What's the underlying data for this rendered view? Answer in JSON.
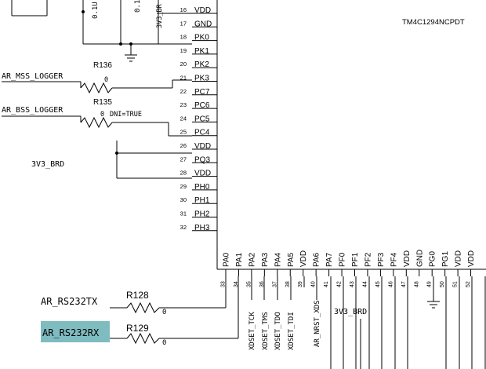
{
  "chip_part": "TM4C1294NCPDT",
  "left_pins": [
    {
      "num": "16",
      "name": "VDD"
    },
    {
      "num": "17",
      "name": "GND"
    },
    {
      "num": "18",
      "name": "PK0"
    },
    {
      "num": "19",
      "name": "PK1"
    },
    {
      "num": "20",
      "name": "PK2"
    },
    {
      "num": "21",
      "name": "PK3"
    },
    {
      "num": "22",
      "name": "PC7"
    },
    {
      "num": "23",
      "name": "PC6"
    },
    {
      "num": "24",
      "name": "PC5"
    },
    {
      "num": "25",
      "name": "PC4"
    },
    {
      "num": "26",
      "name": "VDD"
    },
    {
      "num": "27",
      "name": "PQ3"
    },
    {
      "num": "28",
      "name": "VDD"
    },
    {
      "num": "29",
      "name": "PH0"
    },
    {
      "num": "30",
      "name": "PH1"
    },
    {
      "num": "31",
      "name": "PH2"
    },
    {
      "num": "32",
      "name": "PH3"
    }
  ],
  "bottom_pins": [
    {
      "num": "33",
      "name": "PA0"
    },
    {
      "num": "34",
      "name": "PA1"
    },
    {
      "num": "35",
      "name": "PA2"
    },
    {
      "num": "36",
      "name": "PA3"
    },
    {
      "num": "37",
      "name": "PA4"
    },
    {
      "num": "38",
      "name": "PA5"
    },
    {
      "num": "39",
      "name": "VDD"
    },
    {
      "num": "40",
      "name": "PA6"
    },
    {
      "num": "41",
      "name": "PA7"
    },
    {
      "num": "42",
      "name": "PF0"
    },
    {
      "num": "43",
      "name": "PF1"
    },
    {
      "num": "44",
      "name": "PF2"
    },
    {
      "num": "45",
      "name": "PF3"
    },
    {
      "num": "46",
      "name": "PF4"
    },
    {
      "num": "47",
      "name": "VDD"
    },
    {
      "num": "48",
      "name": "GND"
    },
    {
      "num": "49",
      "name": "PG0"
    },
    {
      "num": "50",
      "name": "PG1"
    },
    {
      "num": "51",
      "name": "VDD"
    },
    {
      "num": "52",
      "name": "VDD"
    }
  ],
  "resistors": {
    "r136": {
      "ref": "R136",
      "value": "0"
    },
    "r135": {
      "ref": "R135",
      "value": "0",
      "note": "DNI=TRUE"
    },
    "r128": {
      "ref": "R128",
      "value": "0"
    },
    "r129": {
      "ref": "R129",
      "value": "0"
    }
  },
  "nets": {
    "mss_logger": "AR_MSS_LOGGER",
    "bss_logger": "AR_BSS_LOGGER",
    "rail_left": "3V3_BRD",
    "rail_bottom": "3V3_BRD",
    "rs232tx": "AR_RS232TX",
    "rs232rx": "AR_RS232RX",
    "xds_tck": "XDSET_TCK",
    "xds_tms": "XDSET_TMS",
    "xds_tdo": "XDSET_TDO",
    "xds_tdi": "XDSET_TDI",
    "nrst": "AR_NRST_XDS"
  },
  "cap_values": [
    "0.1U",
    "0.1"
  ],
  "rail_top_label": "3V3_BR",
  "highlight_color": "#7fbcc0"
}
